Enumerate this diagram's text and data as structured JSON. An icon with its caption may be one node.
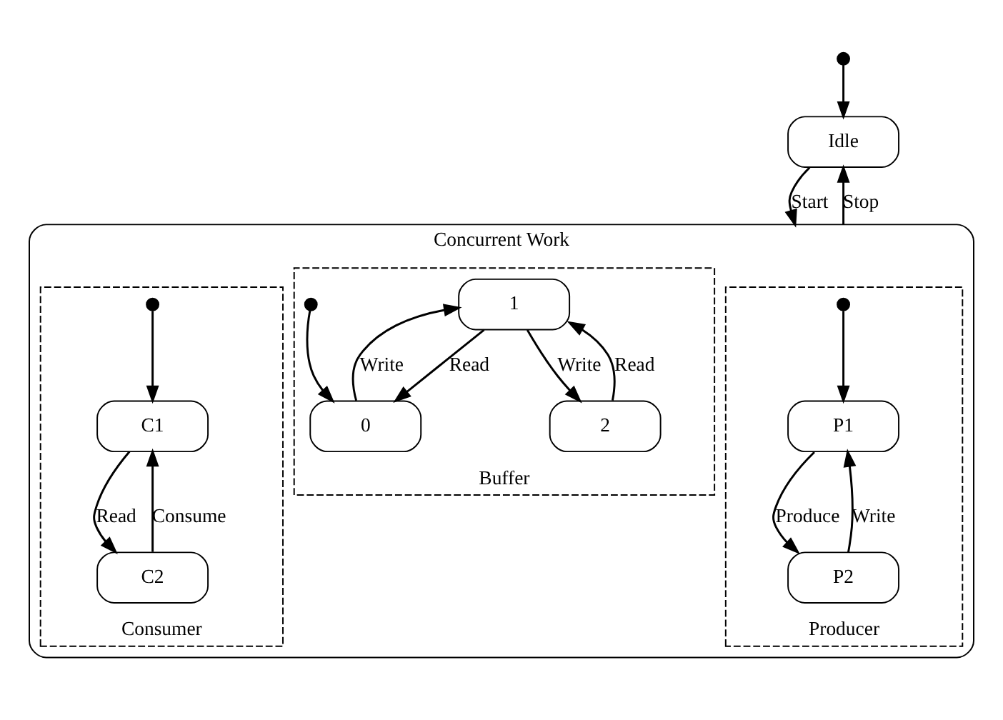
{
  "diagram": {
    "nodes": [
      {
        "text": [],
        "shape": "circle"
      },
      {
        "text": [
          "Idle"
        ]
      },
      {
        "text": [
          "Concurrent Work"
        ]
      },
      {
        "text": [
          "Producer"
        ],
        "in": 2
      },
      {
        "text": [
          "Buffer"
        ],
        "in": 2
      },
      {
        "text": [
          "Consumer"
        ],
        "in": 2
      },
      {
        "text": [],
        "shape": "circle",
        "in": 3
      },
      {
        "text": [
          "P1"
        ],
        "in": 3
      },
      {
        "text": [
          "P2"
        ],
        "in": 3
      },
      {
        "text": [
          "1"
        ],
        "in": 4
      },
      {
        "text": [
          "0"
        ],
        "in": 4
      },
      {
        "text": [],
        "shape": "circle",
        "in": 4
      },
      {
        "text": [
          "2"
        ],
        "in": 4
      },
      {
        "text": [],
        "shape": "circle",
        "in": 5
      },
      {
        "text": [
          "C1"
        ],
        "in": 5
      },
      {
        "text": [
          "C2"
        ],
        "in": 5
      }
    ],
    "edges": [
      {
        "from": 0,
        "to": 1,
        "arrow": "to"
      },
      {
        "from": 1,
        "to": 2,
        "arrow": "to",
        "label": "Start"
      },
      {
        "from": 2,
        "to": 1,
        "arrow": "to",
        "label": "Stop"
      },
      {
        "from": 6,
        "to": 7,
        "arrow": "to"
      },
      {
        "from": 8,
        "to": 7,
        "arrow": "to",
        "label": "Write"
      },
      {
        "from": 7,
        "to": 8,
        "arrow": "to",
        "label": "Produce"
      },
      {
        "from": 10,
        "to": 9,
        "arrow": "to",
        "label": "Write"
      },
      {
        "from": 9,
        "to": 10,
        "arrow": "to",
        "label": "Read"
      },
      {
        "from": 9,
        "to": 12,
        "arrow": "to",
        "label": "Write"
      },
      {
        "from": 12,
        "to": 9,
        "arrow": "to",
        "label": "Read"
      },
      {
        "from": 11,
        "to": 10,
        "arrow": "to"
      },
      {
        "from": 13,
        "to": 14,
        "arrow": "to"
      },
      {
        "from": 14,
        "to": 15,
        "arrow": "to",
        "label": "Read"
      },
      {
        "from": 15,
        "to": 14,
        "arrow": "to",
        "label": "Consume"
      }
    ]
  }
}
